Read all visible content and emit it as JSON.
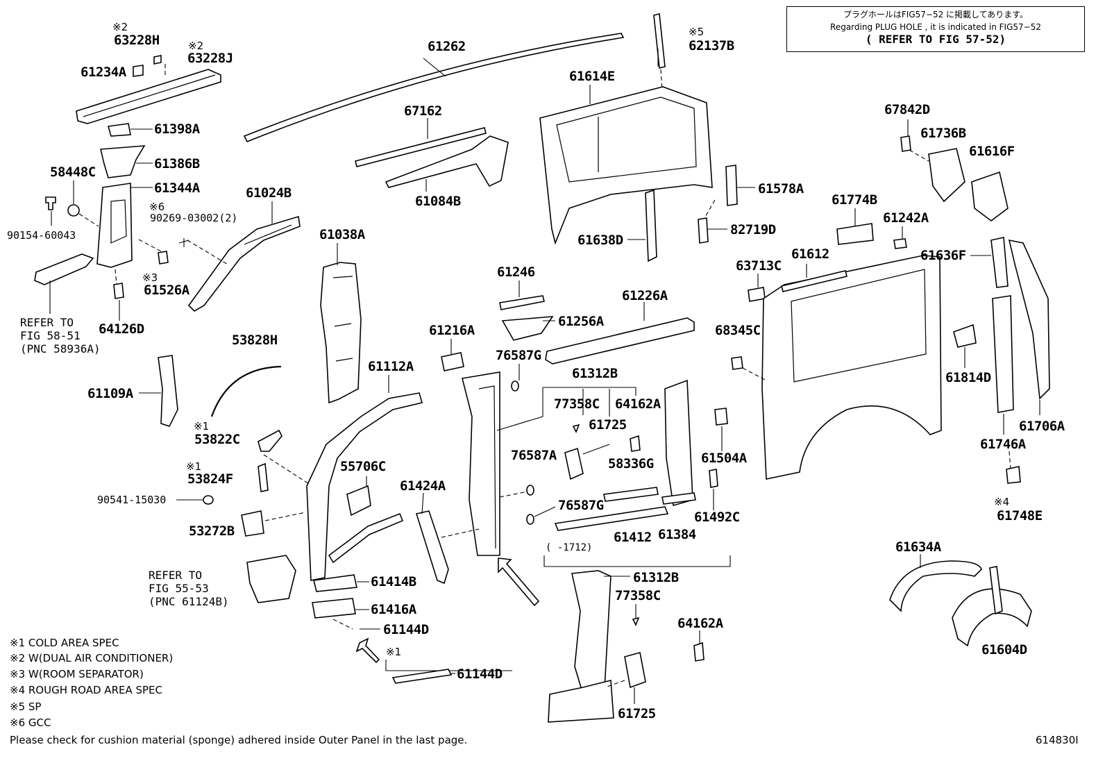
{
  "notice": {
    "line_jp": "プラグホールはFIG57−52 に掲載してあります。",
    "line_en": "Regarding PLUG HOLE , it is indicated in FIG57−52",
    "line_ref": "( REFER TO FIG 57-52)"
  },
  "labels": {
    "p63228H": "63228H",
    "p63228J": "63228J",
    "p61234A": "61234A",
    "p61262": "61262",
    "p62137B": "62137B",
    "p61614E": "61614E",
    "p67162": "67162",
    "p61398A": "61398A",
    "p61386B": "61386B",
    "p58448C": "58448C",
    "p61344A": "61344A",
    "p61024B": "61024B",
    "p90269": "90269-03002(2)",
    "p90154": "90154-60043",
    "p61526A": "61526A",
    "p61084B": "61084B",
    "p61038A": "61038A",
    "p64126D": "64126D",
    "p53828H": "53828H",
    "p61109A": "61109A",
    "p61112A": "61112A",
    "p53822C": "53822C",
    "p53824F": "53824F",
    "p55706C": "55706C",
    "p90541": "90541-15030",
    "p53272B": "53272B",
    "p61424A": "61424A",
    "p61414B": "61414B",
    "p61416A": "61416A",
    "p61144D_1": "61144D",
    "p61144D_2": "61144D",
    "p61246": "61246",
    "p61256A": "61256A",
    "p61216A": "61216A",
    "p76587G_1": "76587G",
    "p61226A": "61226A",
    "p61312B_1": "61312B",
    "p77358C_1": "77358C",
    "p64162A_1": "64162A",
    "p61725_1": "61725",
    "p76587A": "76587A",
    "p58336G": "58336G",
    "p76587G_2": "76587G",
    "p61412": "61412",
    "p61384": "61384",
    "p61504A": "61504A",
    "p61492C": "61492C",
    "p61638D": "61638D",
    "p61578A": "61578A",
    "p82719D": "82719D",
    "p63713C": "63713C",
    "p61612": "61612",
    "p68345C": "68345C",
    "p61774B": "61774B",
    "p61242A": "61242A",
    "p67842D": "67842D",
    "p61736B": "61736B",
    "p61616F": "61616F",
    "p61636F": "61636F",
    "p61814D": "61814D",
    "p61706A": "61706A",
    "p61746A": "61746A",
    "p61748E": "61748E",
    "p61634A": "61634A",
    "p61604D": "61604D",
    "p61312B_2": "61312B",
    "p77358C_2": "77358C",
    "p64162A_2": "64162A",
    "p61725_2": "61725"
  },
  "marks": {
    "m1": "※1",
    "m2": "※2",
    "m3": "※3",
    "m4": "※4",
    "m5": "※5",
    "m6": "※6"
  },
  "refs": {
    "ref1_l1": "REFER TO",
    "ref1_l2": "FIG 58-51",
    "ref1_l3": "(PNC 58936A)",
    "ref2_l1": "REFER TO",
    "ref2_l2": "FIG 55-53",
    "ref2_l3": "(PNC 61124B)"
  },
  "range_note": "(      -1712)",
  "legend": [
    "※1 COLD AREA SPEC",
    "※2 W(DUAL AIR CONDITIONER)",
    "※3 W(ROOM SEPARATOR)",
    "※4 ROUGH ROAD AREA SPEC",
    "※5 SP",
    "※6 GCC"
  ],
  "footer_note": "Please check for cushion material (sponge) adhered inside Outer Panel in the last page.",
  "figure_id": "614830I"
}
